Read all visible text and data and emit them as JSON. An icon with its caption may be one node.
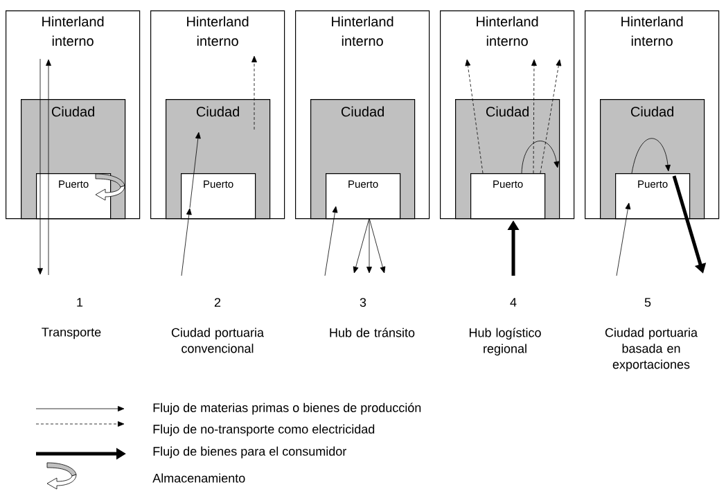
{
  "diagram": {
    "nodes": [
      {
        "text": [
          "Hinterland interno"
        ]
      },
      {
        "text": [
          "Ciudad"
        ],
        "in": 0
      },
      {
        "text": [
          "Puerto"
        ],
        "in": 1
      },
      {
        "text": [
          "Hinterland interno"
        ]
      },
      {
        "text": [
          "Ciudad"
        ],
        "in": 3
      },
      {
        "text": [
          "Puerto"
        ],
        "in": 4
      },
      {
        "text": [
          "Hinterland interno"
        ]
      },
      {
        "text": [
          "Ciudad"
        ],
        "in": 6
      },
      {
        "text": [
          "Puerto"
        ],
        "in": 7
      },
      {
        "text": [
          "Hinterland interno"
        ]
      },
      {
        "text": [
          "Ciudad"
        ],
        "in": 9
      },
      {
        "text": [
          "Puerto"
        ],
        "in": 10
      },
      {
        "text": [
          "Hinterland interno"
        ]
      },
      {
        "text": [
          "Ciudad"
        ],
        "in": 12
      },
      {
        "text": [
          "Puerto"
        ],
        "in": 13
      }
    ],
    "edges": [
      {
        "from": 0,
        "to": null,
        "arrow": "to"
      },
      {
        "from": null,
        "to": 0,
        "arrow": "to"
      },
      {
        "from": null,
        "to": 5,
        "arrow": "to"
      },
      {
        "from": 5,
        "to": 4,
        "arrow": "to"
      },
      {
        "from": 4,
        "to": 3,
        "arrow": "to",
        "style": "dashed"
      },
      {
        "from": null,
        "to": 8,
        "arrow": "to"
      },
      {
        "from": 8,
        "to": null,
        "arrow": "to"
      },
      {
        "from": 8,
        "to": null,
        "arrow": "to"
      },
      {
        "from": 8,
        "to": null,
        "arrow": "to"
      },
      {
        "from": null,
        "to": 11,
        "arrow": "to",
        "style": "thick"
      },
      {
        "from": 11,
        "to": 9,
        "arrow": "to",
        "style": "dashed"
      },
      {
        "from": 11,
        "to": 9,
        "arrow": "to",
        "style": "dashed"
      },
      {
        "from": 11,
        "to": 9,
        "arrow": "to",
        "style": "dashed"
      },
      {
        "from": 11,
        "to": 10,
        "arrow": "to"
      },
      {
        "from": null,
        "to": 14,
        "arrow": "to"
      },
      {
        "from": 14,
        "to": 14,
        "arrow": "to"
      },
      {
        "from": 14,
        "to": null,
        "arrow": "to",
        "style": "thick"
      }
    ],
    "labels": [
      "1",
      "2",
      "3",
      "4",
      "5",
      "Transporte",
      "Ciudad portuaria convencional",
      "Hub de tránsito",
      "Hub logístico regional",
      "Ciudad portuaria basada en exportaciones"
    ],
    "legend": [
      {
        "text": "Flujo de materias primas o bienes de producción"
      },
      {
        "text": "Flujo de no-transporte como electricidad"
      },
      {
        "text": "Flujo de bienes para el consumidor"
      },
      {
        "text": "Almacenamiento"
      }
    ]
  }
}
